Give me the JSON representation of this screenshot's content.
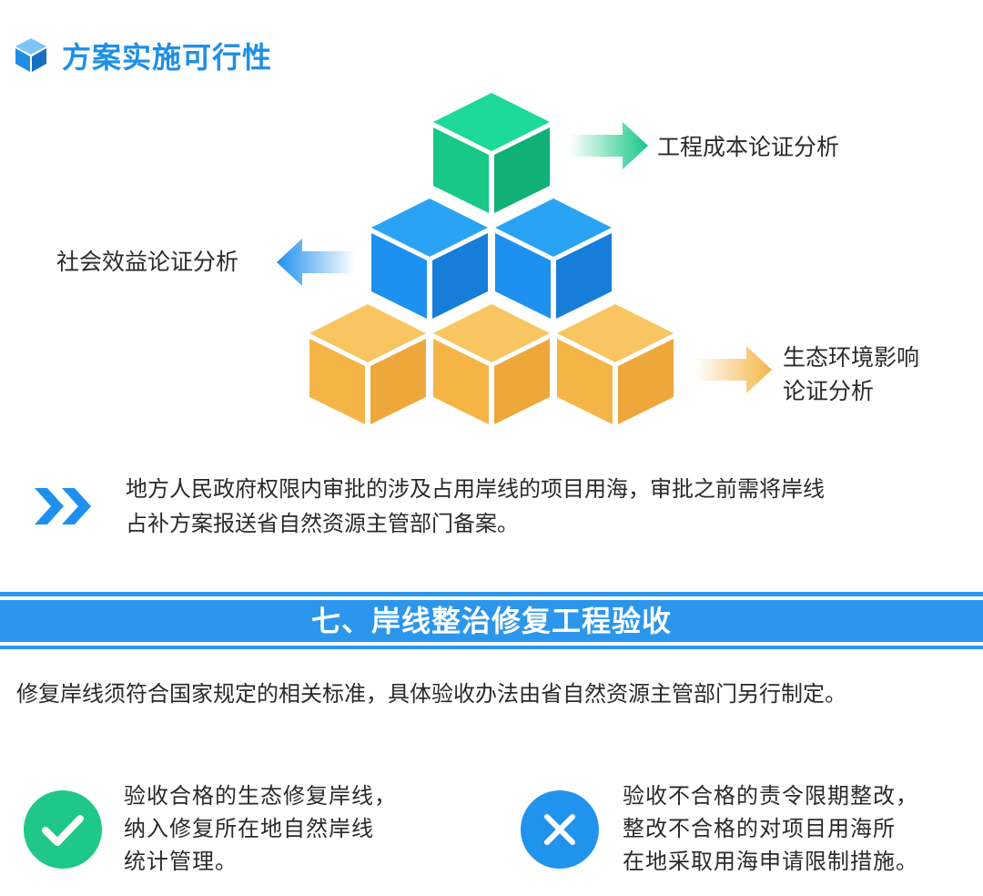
{
  "header": {
    "title": "方案实施可行性",
    "icon": "cube-icon"
  },
  "diagram": {
    "labels": {
      "cost": "工程成本论证分析",
      "social": "社会效益论证分析",
      "eco_line1": "生态环境影响",
      "eco_line2": "论证分析"
    },
    "colors": {
      "green": "#17c887",
      "blue": "#1e90ef",
      "orange": "#f4b546"
    }
  },
  "info": {
    "icon": "double-chevron-icon",
    "text_line1": "地方人民政府权限内审批的涉及占用岸线的项目用海，审批之前需将岸线",
    "text_line2": "占补方案报送省自然资源主管部门备案。"
  },
  "section": {
    "title": "七、岸线整治修复工程验收",
    "description": "修复岸线须符合国家规定的相关标准，具体验收办法由省自然资源主管部门另行制定。"
  },
  "outcomes": {
    "pass": {
      "icon": "check-icon",
      "lines": [
        "验收合格的生态修复岸线，",
        "纳入修复所在地自然岸线",
        "统计管理。"
      ]
    },
    "fail": {
      "icon": "cross-icon",
      "lines": [
        "验收不合格的责令限期整改，",
        "整改不合格的对项目用海所",
        "在地采取用海申请限制措施。"
      ]
    }
  }
}
